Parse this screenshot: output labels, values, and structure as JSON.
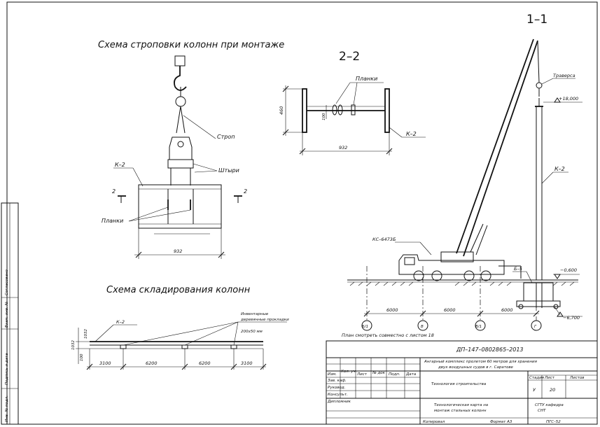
{
  "titles": {
    "slinging": "Схема строповки колонн при монтаже",
    "storage": "Схема складирования колонн",
    "section_22": "2–2",
    "section_11": "1–1"
  },
  "sling_scheme": {
    "label_strop": "Строп",
    "label_pins": "Штыри",
    "label_k2": "К–2",
    "label_plates": "Планки",
    "section_mark": "2",
    "dim_width": "932"
  },
  "section_22": {
    "label_plates": "Планки",
    "label_k2": "К–2",
    "dim_height": "460",
    "dim_100": "100",
    "dim_width": "932"
  },
  "section_11": {
    "label_traverse": "Траверса",
    "label_level_top": "+18,000",
    "label_k2": "К–2",
    "label_crane": "КС–6473Б",
    "label_b5": "Б–5",
    "label_level_ground": "−0,600",
    "label_level_bottom": "−6,700",
    "dims": [
      "6000",
      "6000",
      "6000"
    ],
    "axes": [
      "Б/1",
      "В",
      "В/1",
      "Г"
    ],
    "note": "План смотреть совместно с листом 18"
  },
  "storage_scheme": {
    "label_k2": "К–2",
    "label_pads_1": "Инвентарные",
    "label_pads_2": "деревянные прокладки",
    "label_pads_3": "200х50 мм",
    "dims_vertical": [
      "1032",
      "1032",
      "100"
    ],
    "dims_horizontal": [
      "3100",
      "6200",
      "6200",
      "3100"
    ]
  },
  "title_block": {
    "code": "ДП–147–0802865–2013",
    "project": "Ангарный комплекс пролетом 60 метров для хранения двух воздушных судов в г. Саратове",
    "section": "Технология строительства",
    "stage_hdr": "Стадия",
    "sheet_hdr": "Лист",
    "sheets_hdr": "Листов",
    "stage": "У",
    "sheet": "20",
    "drawing": "Технологическая карта на монтаж стальных колонн",
    "org": "СГТУ кафедра СНТ",
    "group": "ПГС–52",
    "col_izm": "Изм.",
    "col_kol": "Кол. уч.",
    "col_list": "Лист",
    "col_doc": "№ док",
    "col_sign": "Подп.",
    "col_date": "Дата",
    "roles": [
      "Зав. каф.",
      "Руковод.",
      "Консульт.",
      "Дипломник"
    ],
    "copied": "Копировал",
    "format": "Формат А3",
    "side_1": "Согласовано",
    "side_2": "Взам. инв. №",
    "side_3": "Подпись и дата",
    "side_4": "Инв. № подл."
  }
}
